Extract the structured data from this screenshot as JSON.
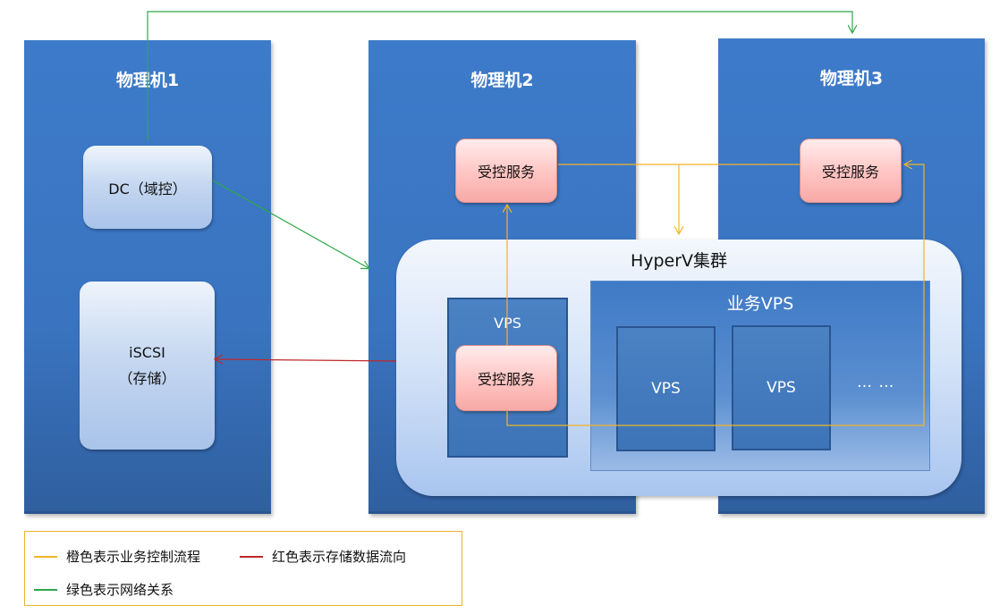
{
  "machines": [
    {
      "title": "物理机1"
    },
    {
      "title": "物理机2"
    },
    {
      "title": "物理机3"
    }
  ],
  "dc": {
    "label": "DC（域控）"
  },
  "iscsi": {
    "line1": "iSCSI",
    "line2": "（存储）"
  },
  "services": {
    "machine2": "受控服务",
    "machine3": "受控服务",
    "vps": "受控服务"
  },
  "cluster": {
    "title": "HyperV集群"
  },
  "vps_small": {
    "title": "VPS"
  },
  "business": {
    "title": "业务VPS",
    "vps": [
      "VPS",
      "VPS"
    ],
    "ellipsis": "… …"
  },
  "legend": {
    "orange": "橙色表示业务控制流程",
    "red": "红色表示存储数据流向",
    "green": "绿色表示网络关系"
  },
  "colors": {
    "orange": "#f0b428",
    "red": "#c0282a",
    "green": "#2ea84a",
    "machine_blue": "#3a74c0"
  }
}
